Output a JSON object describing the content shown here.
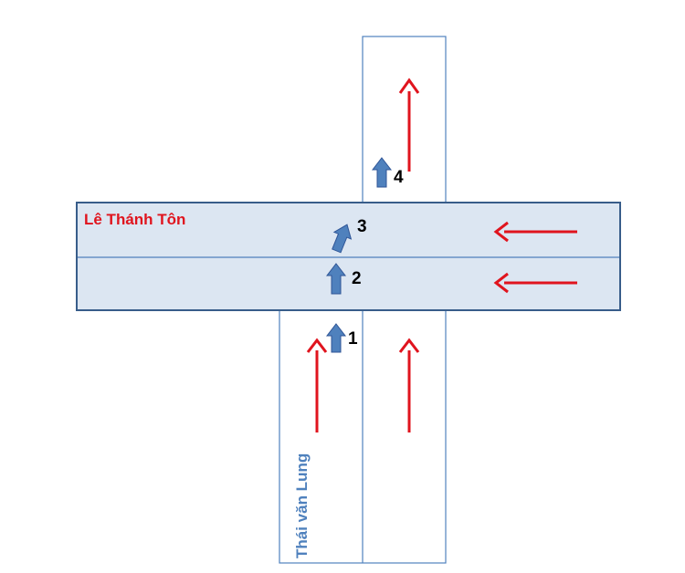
{
  "roads": {
    "horizontal_name": "Lê Thánh  Tôn",
    "vertical_name": "Thái văn  Lung"
  },
  "markers": [
    "1",
    "2",
    "3",
    "4"
  ],
  "colors": {
    "road_fill": "#dce6f2",
    "road_border": "#385d8a",
    "road_divider": "#4f81bd",
    "traffic_arrow": "#e0141e",
    "marker_arrow": "#4f81bd",
    "marker_arrow_edge": "#2f5597",
    "horizontal_label": "#e0141e",
    "vertical_label": "#4f81bd"
  }
}
